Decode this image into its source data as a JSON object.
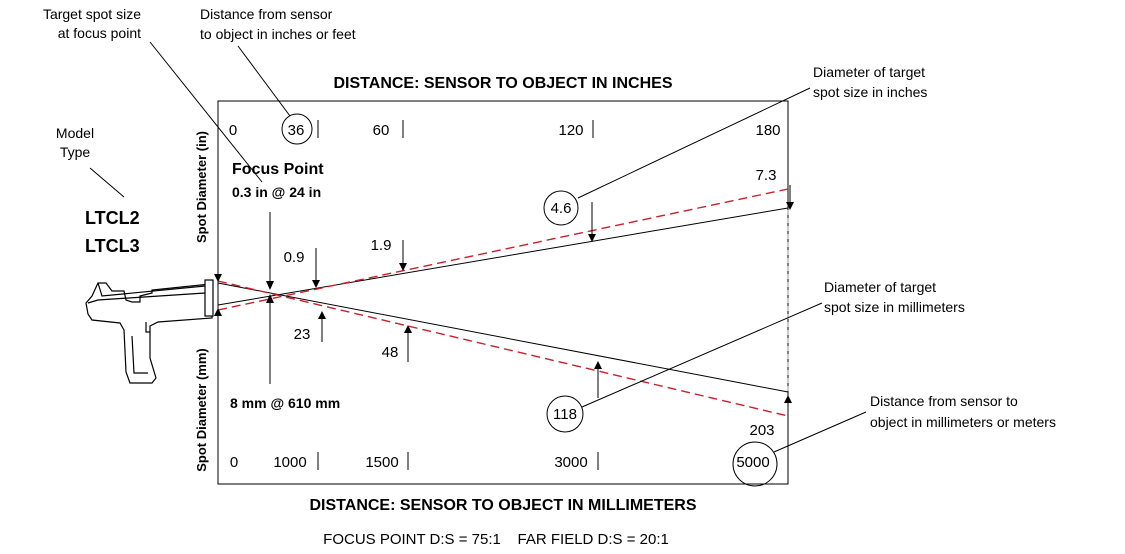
{
  "callouts": {
    "target_spot": [
      "Target spot size",
      "at focus point"
    ],
    "distance_from_sensor": [
      "Distance from sensor",
      "to object in inches or feet"
    ],
    "model_type": [
      "Model",
      "Type"
    ],
    "diameter_inches": [
      "Diameter of target",
      "spot size in inches"
    ],
    "diameter_mm": [
      "Diameter of target",
      "spot size in millimeters"
    ],
    "distance_mm": [
      "Distance from sensor to",
      "object in millimeters or meters"
    ]
  },
  "models": [
    "LTCL2",
    "LTCL3"
  ],
  "top_axis": {
    "title": "DISTANCE: SENSOR TO OBJECT IN INCHES",
    "ticks": [
      "0",
      "36",
      "60",
      "120",
      "180"
    ]
  },
  "bottom_axis": {
    "title": "DISTANCE: SENSOR TO OBJECT IN MILLIMETERS",
    "ticks": [
      "0",
      "1000",
      "1500",
      "3000",
      "5000"
    ]
  },
  "y_labels": {
    "upper": "Spot Diameter (in)",
    "lower": "Spot Diameter (mm)"
  },
  "focus_point": {
    "title": "Focus Point",
    "inches": "0.3 in @ 24 in",
    "mm": "8 mm @ 610 mm"
  },
  "spot_values_in": [
    "0.9",
    "1.9",
    "4.6",
    "7.3"
  ],
  "spot_values_mm": [
    "23",
    "48",
    "118",
    "203"
  ],
  "footer": "FOCUS POINT D:S = 75:1    FAR FIELD D:S = 20:1",
  "colors": {
    "far_field_line": "#cc1f2b",
    "ink": "#000000"
  }
}
